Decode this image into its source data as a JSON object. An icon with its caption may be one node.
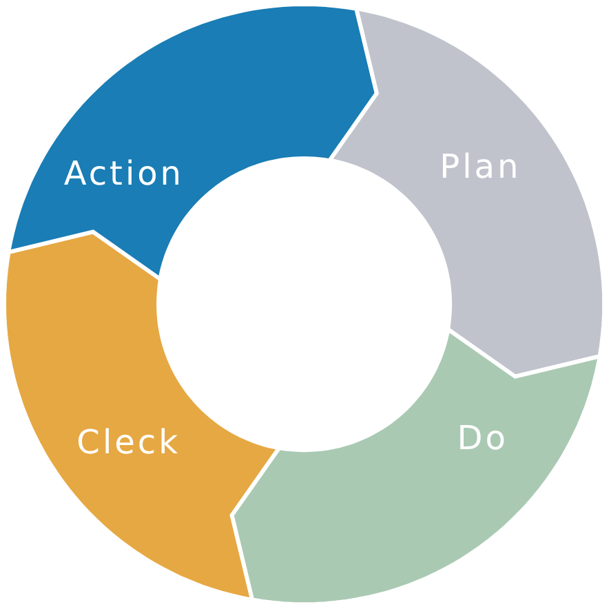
{
  "diagram": {
    "nodes": [
      {
        "text": [
          "Plan"
        ]
      },
      {
        "text": [
          "Do"
        ]
      },
      {
        "text": [
          "Cleck"
        ]
      },
      {
        "text": [
          "Action"
        ]
      }
    ]
  }
}
